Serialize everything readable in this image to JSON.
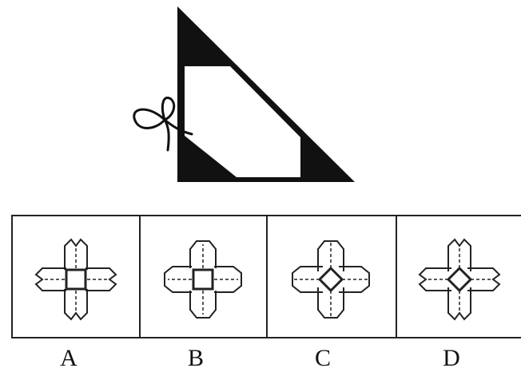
{
  "question": {
    "options": [
      {
        "label": "A",
        "center_shape": "square",
        "petal_style": "folded-v"
      },
      {
        "label": "B",
        "center_shape": "square",
        "petal_style": "round"
      },
      {
        "label": "C",
        "center_shape": "diamond",
        "petal_style": "round"
      },
      {
        "label": "D",
        "center_shape": "diamond",
        "petal_style": "folded-v"
      }
    ]
  },
  "colors": {
    "ink": "#111111",
    "paper": "#ffffff"
  }
}
